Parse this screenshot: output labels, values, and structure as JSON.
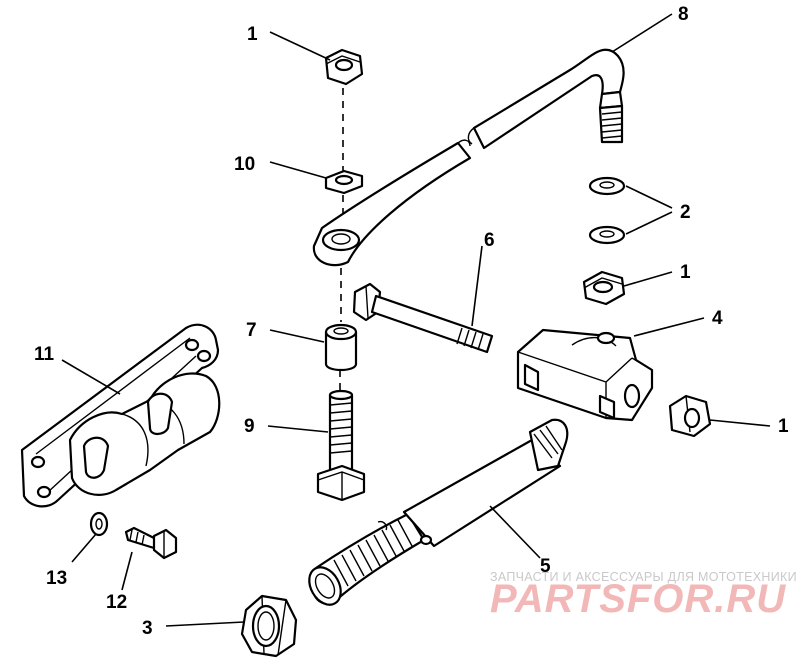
{
  "diagram": {
    "callouts": {
      "c1a": "1",
      "c1b": "1",
      "c1c": "1",
      "c2": "2",
      "c3": "3",
      "c4": "4",
      "c5": "5",
      "c6": "6",
      "c7": "7",
      "c8": "8",
      "c9": "9",
      "c10": "10",
      "c11": "11",
      "c12": "12",
      "c13": "13"
    }
  },
  "watermark": {
    "caption": "ЗАПЧАСТИ И АКСЕССУАРЫ ДЛЯ МОТОТЕХНИКИ",
    "logo": "PARTSFOR.RU",
    "logo_color": "#f2b8b8"
  }
}
